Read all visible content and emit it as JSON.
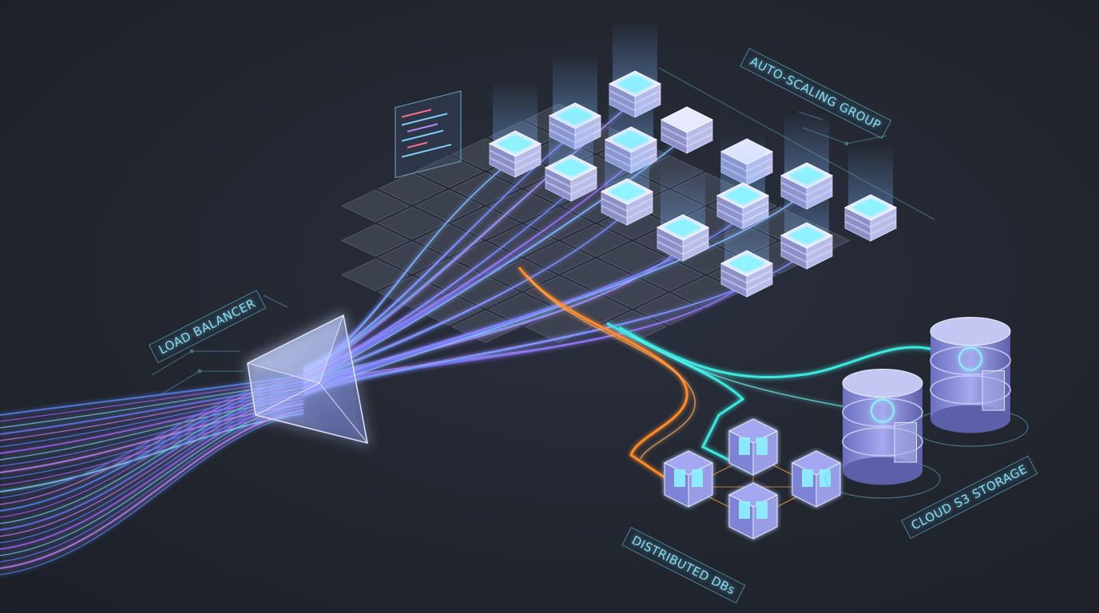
{
  "labels": {
    "load_balancer": "LOAD BALANCER",
    "auto_scaling": "AUTO-SCALING GROUP",
    "distributed_dbs": "DISTRIBUTED DBs",
    "cloud_storage": "CLOUD S3 STORAGE"
  },
  "colors": {
    "background": "#22262f",
    "traffic_blue": "#5a8cff",
    "traffic_purple": "#a06bff",
    "db_link_orange": "#ff8a2a",
    "storage_link_cyan": "#3ee8e0",
    "label_text": "#8fdcef",
    "server_glow": "#8ef2ff"
  },
  "icons": {
    "load_balancer": "prism-icon",
    "servers": "server-stack-icon",
    "databases": "cube-node-icon",
    "storage": "database-cylinder-icon",
    "code_panel": "code-window-icon"
  }
}
